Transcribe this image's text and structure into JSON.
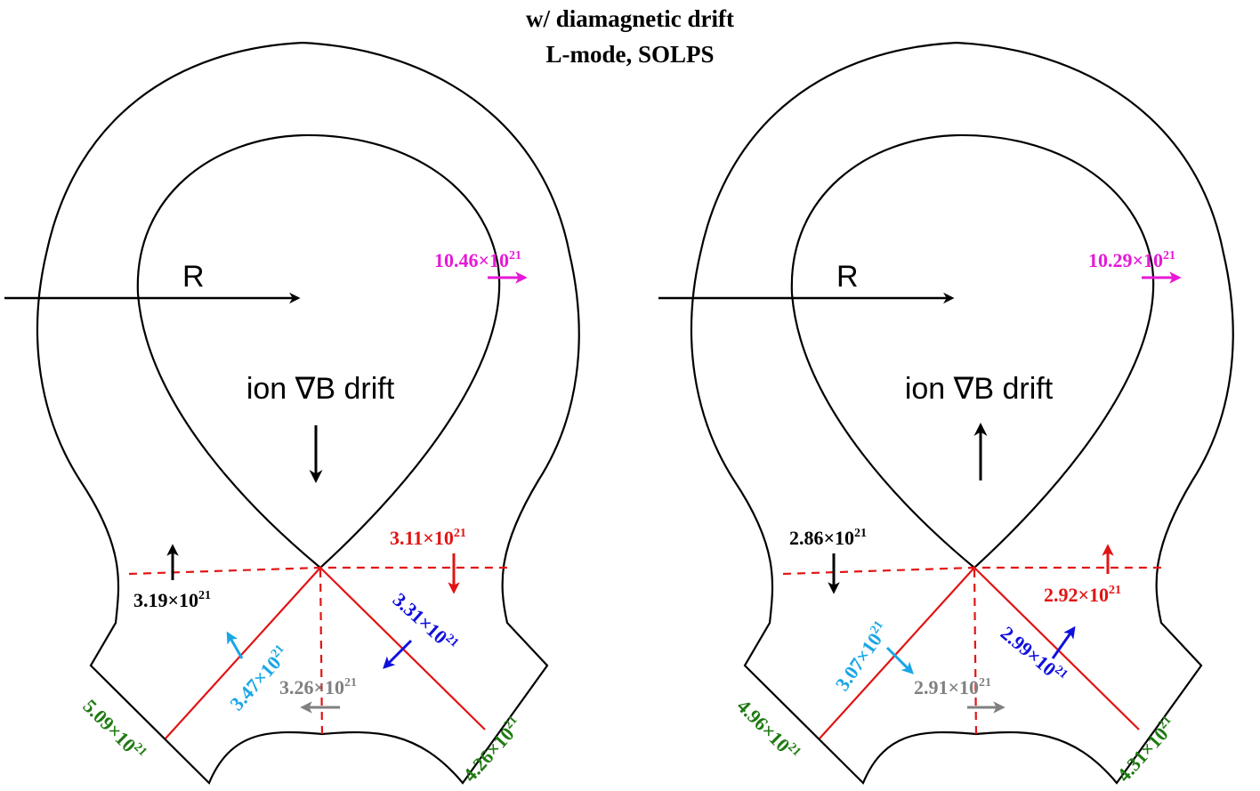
{
  "title": {
    "line1": "w/ diamagnetic drift",
    "line2": "L-mode, SOLPS"
  },
  "colors": {
    "magenta": "#e619d8",
    "red": "#e21414",
    "blue": "#1010dd",
    "cyan": "#1aa6e6",
    "gray": "#808080",
    "green": "#1f7a12",
    "black": "#000000"
  },
  "panels": [
    {
      "r_label": "R",
      "drift_label": "ion ∇B drift",
      "drift_direction": "down",
      "labels": {
        "omp": {
          "mant": "10.46",
          "exp": "21",
          "color": "magenta"
        },
        "inner_xpt": {
          "mant": "3.19",
          "exp": "21",
          "color": "black"
        },
        "outer_xpt": {
          "mant": "3.11",
          "exp": "21",
          "color": "red"
        },
        "outer_leg": {
          "mant": "3.31",
          "exp": "21",
          "color": "blue"
        },
        "inner_leg": {
          "mant": "3.47",
          "exp": "21",
          "color": "cyan"
        },
        "pfr": {
          "mant": "3.26",
          "exp": "21",
          "color": "gray"
        },
        "inner_target": {
          "mant": "5.09",
          "exp": "21",
          "color": "green"
        },
        "outer_target": {
          "mant": "4.26",
          "exp": "21",
          "color": "green"
        }
      }
    },
    {
      "r_label": "R",
      "drift_label": "ion ∇B drift",
      "drift_direction": "up",
      "labels": {
        "omp": {
          "mant": "10.29",
          "exp": "21",
          "color": "magenta"
        },
        "inner_xpt": {
          "mant": "2.86",
          "exp": "21",
          "color": "black"
        },
        "outer_xpt": {
          "mant": "2.92",
          "exp": "21",
          "color": "red"
        },
        "outer_leg": {
          "mant": "2.99",
          "exp": "21",
          "color": "blue"
        },
        "inner_leg": {
          "mant": "3.07",
          "exp": "21",
          "color": "cyan"
        },
        "pfr": {
          "mant": "2.91",
          "exp": "21",
          "color": "gray"
        },
        "inner_target": {
          "mant": "4.96",
          "exp": "21",
          "color": "green"
        },
        "outer_target": {
          "mant": "4.31",
          "exp": "21",
          "color": "green"
        }
      }
    }
  ]
}
